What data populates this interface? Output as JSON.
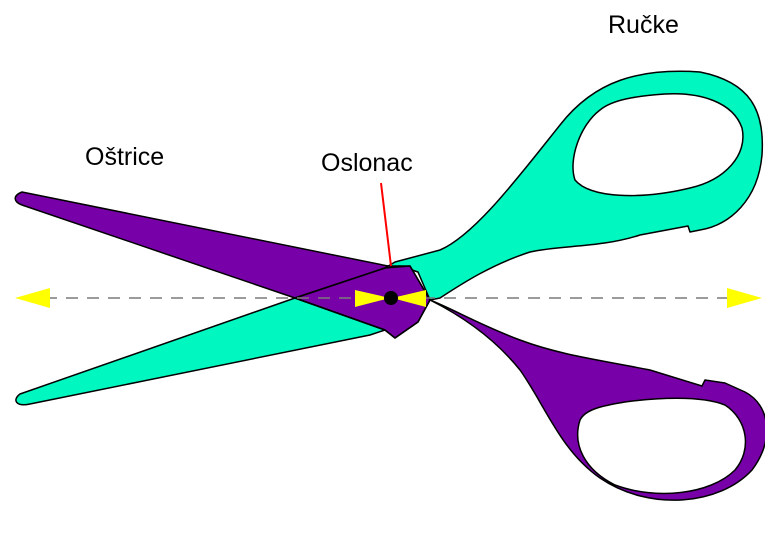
{
  "labels": {
    "blades": "Oštrice",
    "fulcrum": "Oslonac",
    "handles": "Ručke"
  },
  "colors": {
    "background": "#ffffff",
    "purple_part": "#7800a8",
    "teal_part": "#00f7c0",
    "outline": "#000000",
    "axis_line": "#7a7a7a",
    "arrow": "#ffff00",
    "pointer_line": "#ff0000",
    "pivot": "#000000"
  },
  "icons": {
    "left_arrow": "arrow-left-icon",
    "right_arrow": "arrow-right-icon"
  }
}
